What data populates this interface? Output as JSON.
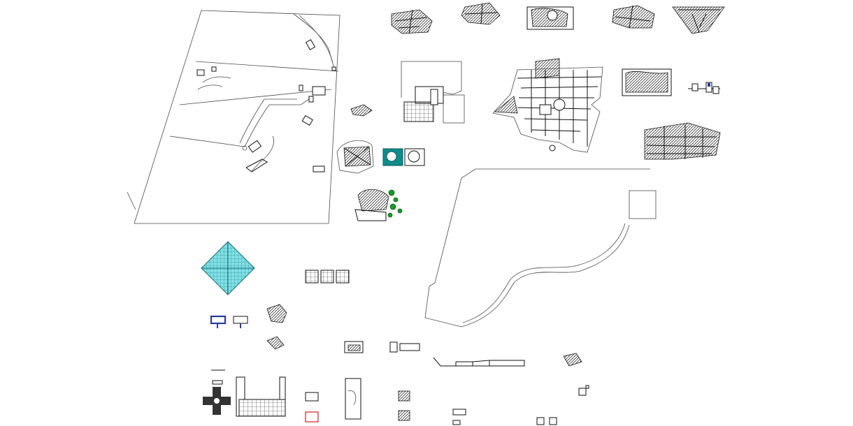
{
  "canvas": {
    "background": "#ffffff",
    "line_color": "#111111",
    "accent_colors": {
      "cyan_plan": "#7fe0e6",
      "teal_plan": "#0f8c8c",
      "trees": "#1a9a2a",
      "blue_plan": "#2a3a9a",
      "red_frame": "#d02020"
    }
  },
  "drawings": [
    {
      "id": "site-plan",
      "kind": "site-plan"
    },
    {
      "id": "courtyard-plan",
      "kind": "floor-plan"
    },
    {
      "id": "campus-plan",
      "kind": "floor-plan"
    },
    {
      "id": "curved-wall",
      "kind": "site-outline"
    },
    {
      "id": "diamond-plan",
      "kind": "floor-plan"
    },
    {
      "id": "teal-plans",
      "kind": "floor-plan"
    },
    {
      "id": "tree-plan",
      "kind": "landscape-plan"
    }
  ]
}
